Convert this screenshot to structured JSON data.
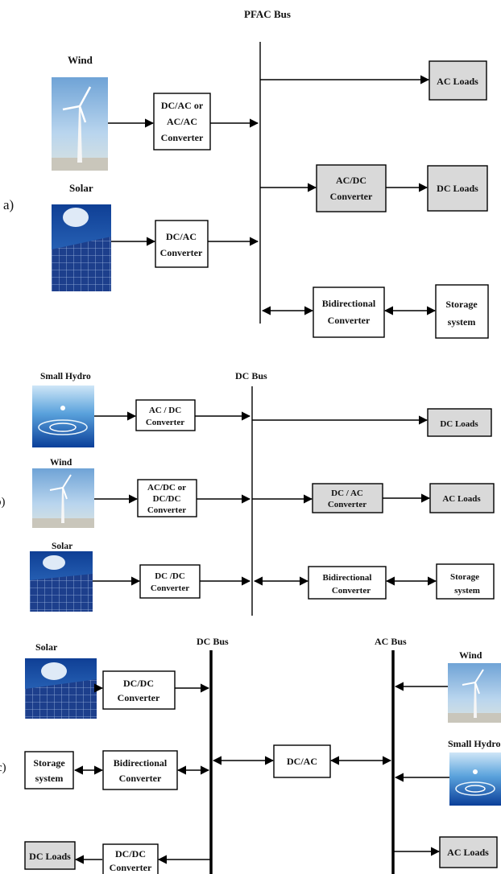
{
  "panel_a": {
    "label": "a)",
    "bus": "PFAC Bus",
    "wind_label": "Wind",
    "solar_label": "Solar",
    "converter_wind": [
      "DC/AC or",
      "AC/AC",
      "Converter"
    ],
    "converter_solar": [
      "DC/AC",
      "Converter"
    ],
    "ac_loads": "AC Loads",
    "acdc_converter": [
      "AC/DC",
      "Converter"
    ],
    "dc_loads": "DC Loads",
    "bidirectional": [
      "Bidirectional",
      "Converter"
    ],
    "storage": [
      "Storage",
      "system"
    ]
  },
  "panel_b": {
    "label": "b)",
    "bus": "DC Bus",
    "hydro_label": "Small Hydro",
    "wind_label": "Wind",
    "solar_label": "Solar",
    "converter_hydro": [
      "AC / DC",
      "Converter"
    ],
    "converter_wind": [
      "AC/DC or",
      "DC/DC",
      "Converter"
    ],
    "converter_solar": [
      "DC /DC",
      "Converter"
    ],
    "dc_loads": "DC Loads",
    "dcac_converter": [
      "DC / AC",
      "Converter"
    ],
    "ac_loads": "AC Loads",
    "bidirectional": [
      "Bidirectional",
      "Converter"
    ],
    "storage": [
      "Storage",
      "system"
    ]
  },
  "panel_c": {
    "label": "c)",
    "dc_bus": "DC Bus",
    "ac_bus": "AC Bus",
    "solar_label": "Solar",
    "wind_label": "Wind",
    "hydro_label": "Small Hydro",
    "converter_solar": [
      "DC/DC",
      "Converter"
    ],
    "storage": [
      "Storage",
      "system"
    ],
    "bidirectional": [
      "Bidirectional",
      "Converter"
    ],
    "dcac": "DC/AC",
    "dc_loads": "DC Loads",
    "converter_loads": [
      "DC/DC",
      "Converter"
    ],
    "ac_loads": "AC Loads"
  }
}
